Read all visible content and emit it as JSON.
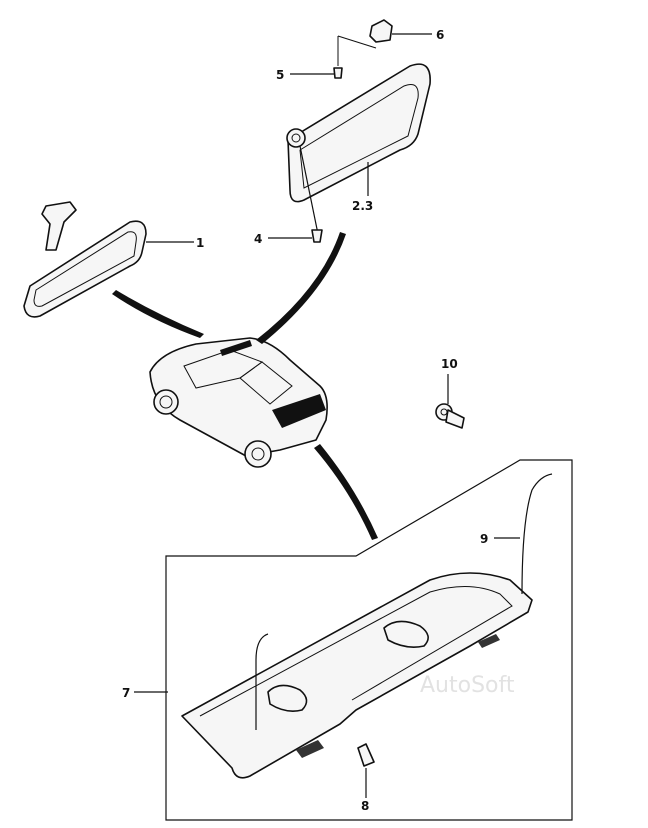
{
  "diagram": {
    "watermark": "AutoSoft",
    "callouts": [
      {
        "id": "1",
        "text": "1"
      },
      {
        "id": "2-3",
        "text": "2.3"
      },
      {
        "id": "4",
        "text": "4"
      },
      {
        "id": "5",
        "text": "5"
      },
      {
        "id": "6",
        "text": "6"
      },
      {
        "id": "7",
        "text": "7"
      },
      {
        "id": "8",
        "text": "8"
      },
      {
        "id": "9",
        "text": "9"
      },
      {
        "id": "10",
        "text": "10"
      }
    ]
  }
}
